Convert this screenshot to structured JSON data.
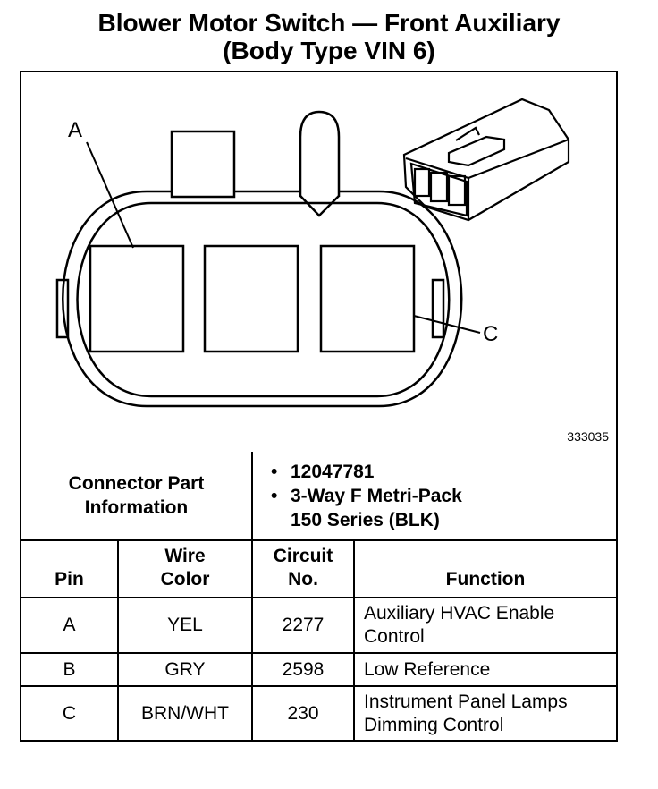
{
  "title": {
    "line1": "Blower Motor Switch — Front Auxiliary",
    "line2": "(Body Type VIN 6)"
  },
  "diagram": {
    "label_a": "A",
    "label_c": "C",
    "figure_number": "333035"
  },
  "connector_info": {
    "label_line1": "Connector Part",
    "label_line2": "Information",
    "items": [
      "12047781",
      "3-Way F Metri-Pack",
      "150 Series (BLK)"
    ]
  },
  "table": {
    "headers": {
      "pin": "Pin",
      "wire_color_line1": "Wire",
      "wire_color_line2": "Color",
      "circuit_line1": "Circuit",
      "circuit_line2": "No.",
      "function": "Function"
    },
    "rows": [
      {
        "pin": "A",
        "wire_color": "YEL",
        "circuit": "2277",
        "function_line1": "Auxiliary HVAC Enable",
        "function_line2": "Control"
      },
      {
        "pin": "B",
        "wire_color": "GRY",
        "circuit": "2598",
        "function_line1": "Low Reference",
        "function_line2": ""
      },
      {
        "pin": "C",
        "wire_color": "BRN/WHT",
        "circuit": "230",
        "function_line1": "Instrument Panel Lamps",
        "function_line2": "Dimming Control"
      }
    ]
  }
}
